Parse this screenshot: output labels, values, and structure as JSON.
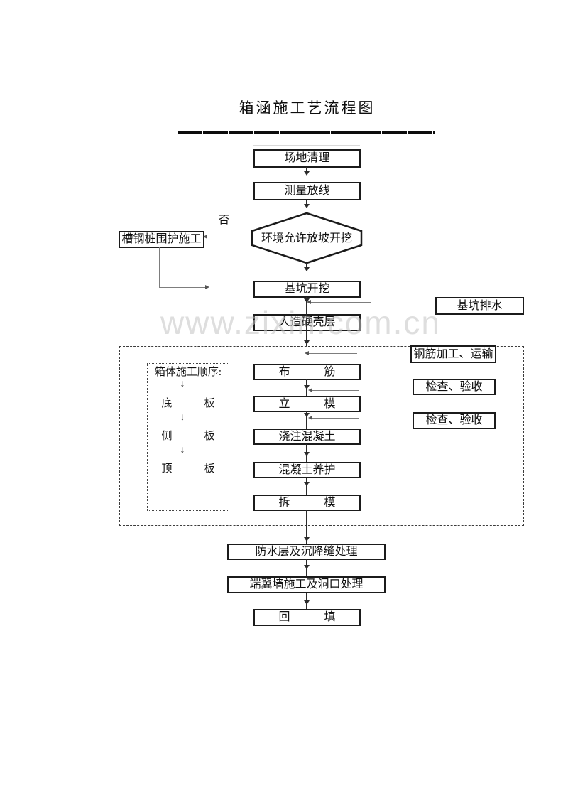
{
  "title": "箱涵施工艺流程图",
  "watermark": "www.zixin.com.cn",
  "decision": {
    "label": "环境允许放坡开挖",
    "no_label": "否"
  },
  "steps": {
    "site_clearing": "场地清理",
    "survey_layout": "测量放线",
    "pile_enclosure": "槽钢桩围护施工",
    "pit_excavation": "基坑开挖",
    "pit_drainage": "基坑排水",
    "hard_shell_layer": "人造硬壳层",
    "rebar_processing": "钢筋加工、运输",
    "rebar_placement": "布　　　筋",
    "inspection_1": "检查、验收",
    "formwork_erection": "立　　　模",
    "inspection_2": "检查、验收",
    "concrete_pouring": "浇注混凝土",
    "concrete_curing": "混凝土养护",
    "formwork_removal": "拆　　　模",
    "waterproof_settlement": "防水层及沉降缝处理",
    "wing_wall_opening": "端翼墙施工及洞口处理",
    "backfill": "回　　　填"
  },
  "sequence_panel": {
    "title": "箱体施工顺序:",
    "arrow_glyph": "↓",
    "steps": [
      "底　　　板",
      "侧　　　板",
      "顶　　　板"
    ]
  }
}
